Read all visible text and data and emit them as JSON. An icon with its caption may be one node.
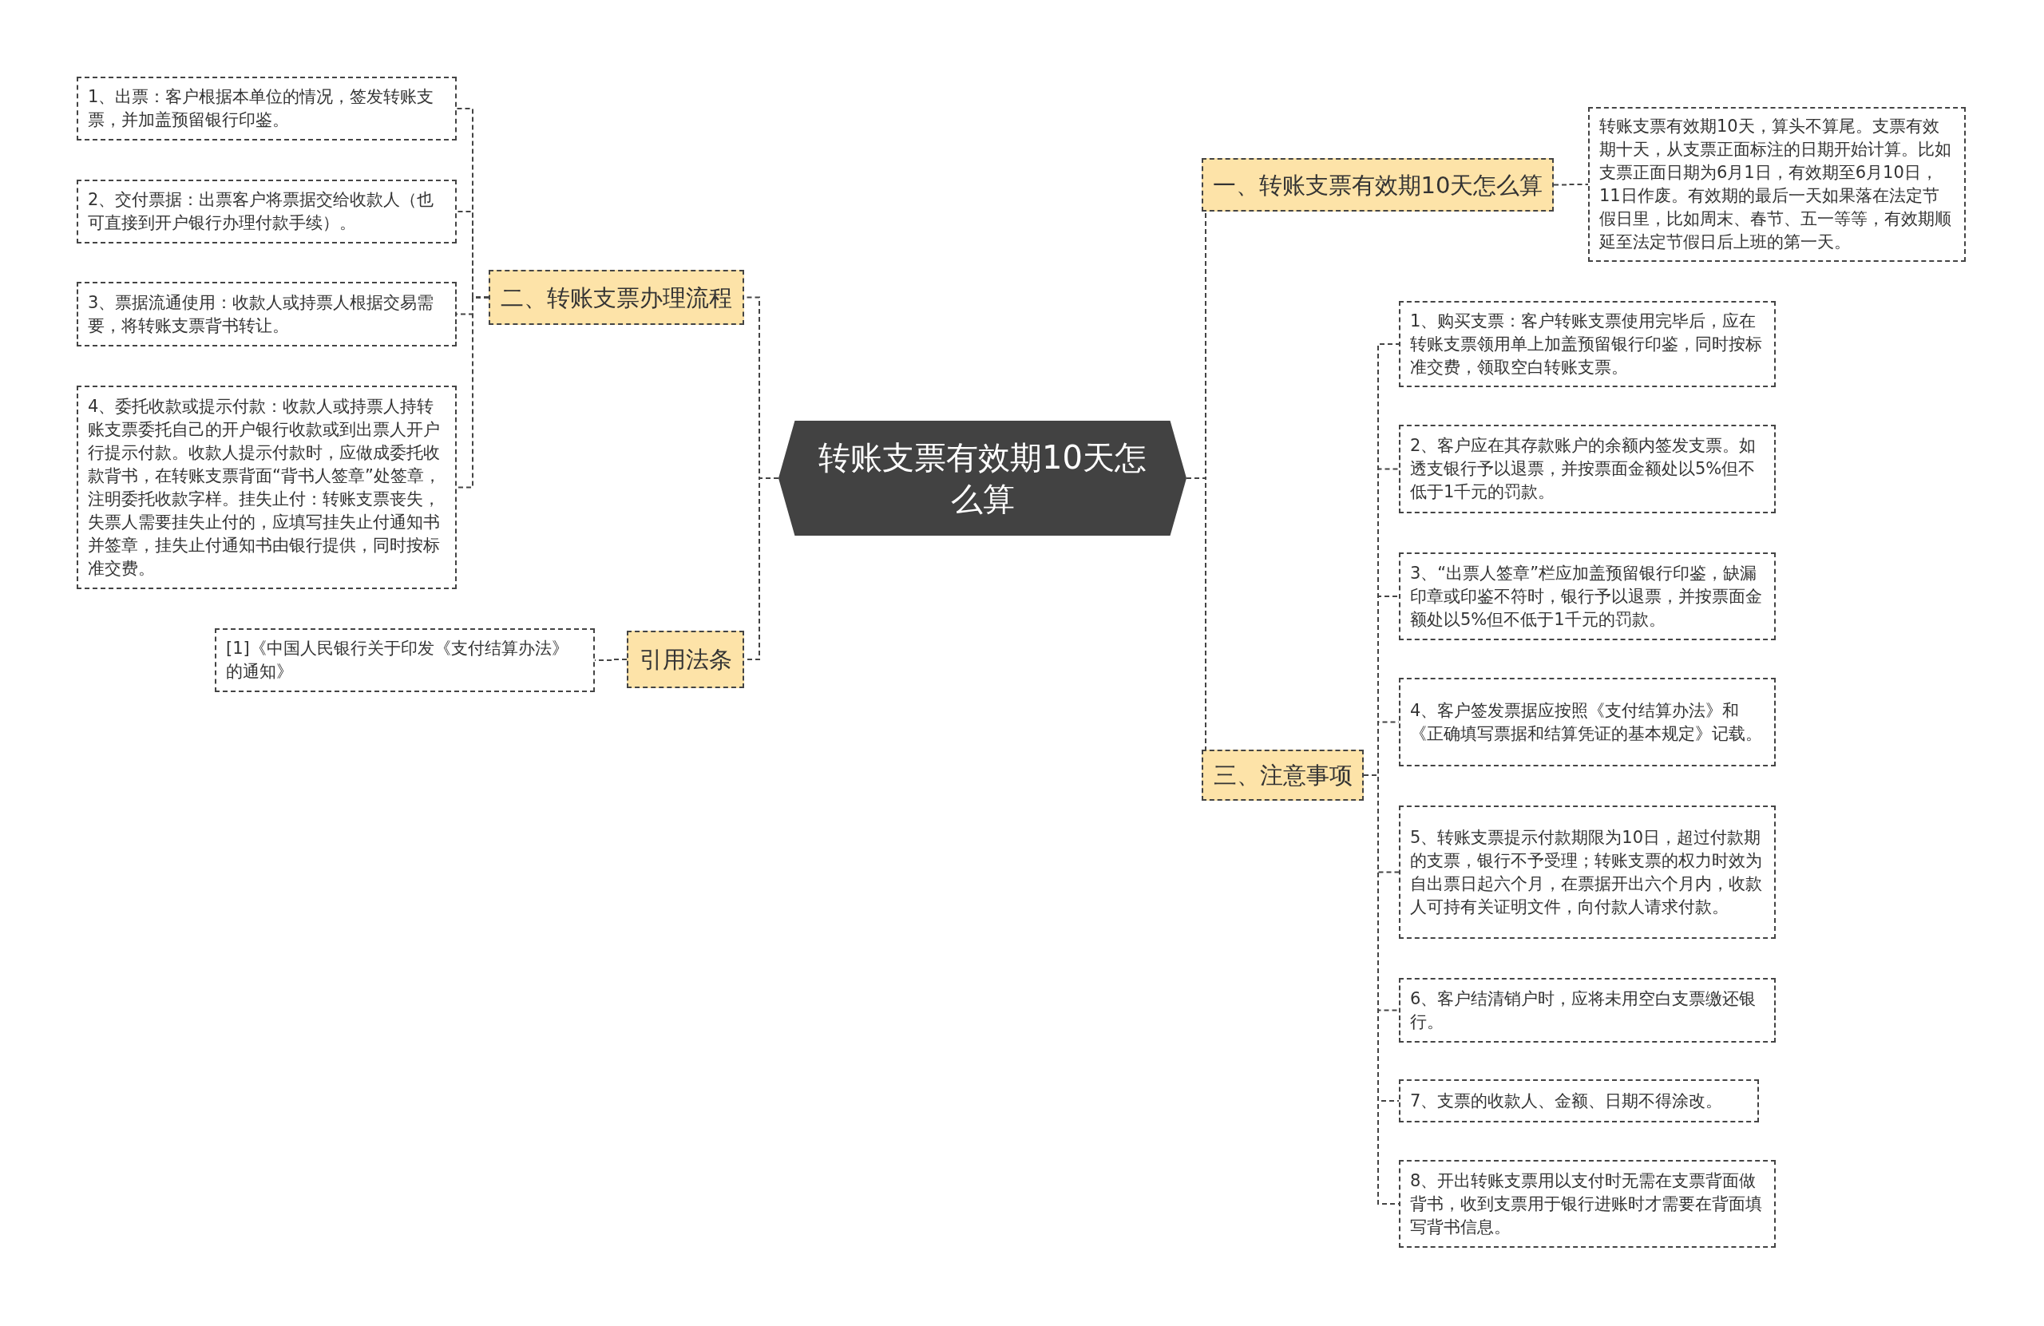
{
  "diagram": {
    "nodes": [
      {
        "text": [
          "转账支票有效期10天怎么算"
        ]
      },
      {
        "text": [
          "二、转账支票办理流程"
        ]
      },
      {
        "text": [
          "1、出票：客户根据本单位的情况，签发转账支票，并加盖预留银行印鉴。"
        ]
      },
      {
        "text": [
          "2、交付票据：出票客户将票据交给收款人（也可直接到开户银行办理付款手续）。"
        ]
      },
      {
        "text": [
          "3、票据流通使用：收款人或持票人根据交易需要，将转账支票背书转让。"
        ]
      },
      {
        "text": [
          "4、委托收款或提示付款：收款人或持票人持转账支票委托自己的开户银行收款或到出票人开户行提示付款。收款人提示付款时，应做成委托收款背书，在转账支票背面“背书人签章”处签章，注明委托收款字样。挂失止付：转账支票丧失，失票人需要挂失止付的，应填写挂失止付通知书并签章，挂失止付通知书由银行提供，同时按标准交费。"
        ]
      },
      {
        "text": [
          "引用法条"
        ]
      },
      {
        "text": [
          "[1]《中国人民银行关于印发《支付结算办法》的通知》"
        ]
      },
      {
        "text": [
          "一、转账支票有效期10天怎么算"
        ]
      },
      {
        "text": [
          "转账支票有效期10天，算头不算尾。支票有效期十天，从支票正面标注的日期开始计算。比如支票正面日期为6月1日，有效期至6月10日，11日作废。有效期的最后一天如果落在法定节假日里，比如周末、春节、五一等等，有效期顺延至法定节假日后上班的第一天。"
        ]
      },
      {
        "text": [
          "三、注意事项"
        ]
      },
      {
        "text": [
          "1、购买支票：客户转账支票使用完毕后，应在转账支票领用单上加盖预留银行印鉴，同时按标准交费，领取空白转账支票。"
        ]
      },
      {
        "text": [
          "2、客户应在其存款账户的余额内签发支票。如透支银行予以退票，并按票面金额处以5%但不低于1千元的罚款。"
        ]
      },
      {
        "text": [
          "3、“出票人签章”栏应加盖预留银行印鉴，缺漏印章或印鉴不符时，银行予以退票，并按票面金额处以5%但不低于1千元的罚款。"
        ]
      },
      {
        "text": [
          "4、客户签发票据应按照《支付结算办法》和《正确填写票据和结算凭证的基本规定》记载。"
        ]
      },
      {
        "text": [
          "5、转账支票提示付款期限为10日，超过付款期的支票，银行不予受理；转账支票的权力时效为自出票日起六个月，在票据开出六个月内，收款人可持有关证明文件，向付款人请求付款。"
        ]
      },
      {
        "text": [
          "6、客户结清销户时，应将未用空白支票缴还银行。"
        ]
      },
      {
        "text": [
          "7、支票的收款人、金额、日期不得涂改。"
        ]
      },
      {
        "text": [
          "8、开出转账支票用以支付时无需在支票背面做背书，收到支票用于银行进账时才需要在背面填写背书信息。"
        ]
      }
    ],
    "edges": [
      {
        "from": 0,
        "to": 1,
        "arrow": "none"
      },
      {
        "from": 1,
        "to": 2,
        "arrow": "none"
      },
      {
        "from": 1,
        "to": 3,
        "arrow": "none"
      },
      {
        "from": 1,
        "to": 4,
        "arrow": "none"
      },
      {
        "from": 1,
        "to": 5,
        "arrow": "none"
      },
      {
        "from": 0,
        "to": 6,
        "arrow": "none"
      },
      {
        "from": 6,
        "to": 7,
        "arrow": "none"
      },
      {
        "from": 0,
        "to": 8,
        "arrow": "none"
      },
      {
        "from": 8,
        "to": 9,
        "arrow": "none"
      },
      {
        "from": 0,
        "to": 10,
        "arrow": "none"
      },
      {
        "from": 10,
        "to": 11,
        "arrow": "none"
      },
      {
        "from": 10,
        "to": 12,
        "arrow": "none"
      },
      {
        "from": 10,
        "to": 13,
        "arrow": "none"
      },
      {
        "from": 10,
        "to": 14,
        "arrow": "none"
      },
      {
        "from": 10,
        "to": 15,
        "arrow": "none"
      },
      {
        "from": 10,
        "to": 16,
        "arrow": "none"
      },
      {
        "from": 10,
        "to": 17,
        "arrow": "none"
      },
      {
        "from": 10,
        "to": 18,
        "arrow": "none"
      }
    ]
  }
}
